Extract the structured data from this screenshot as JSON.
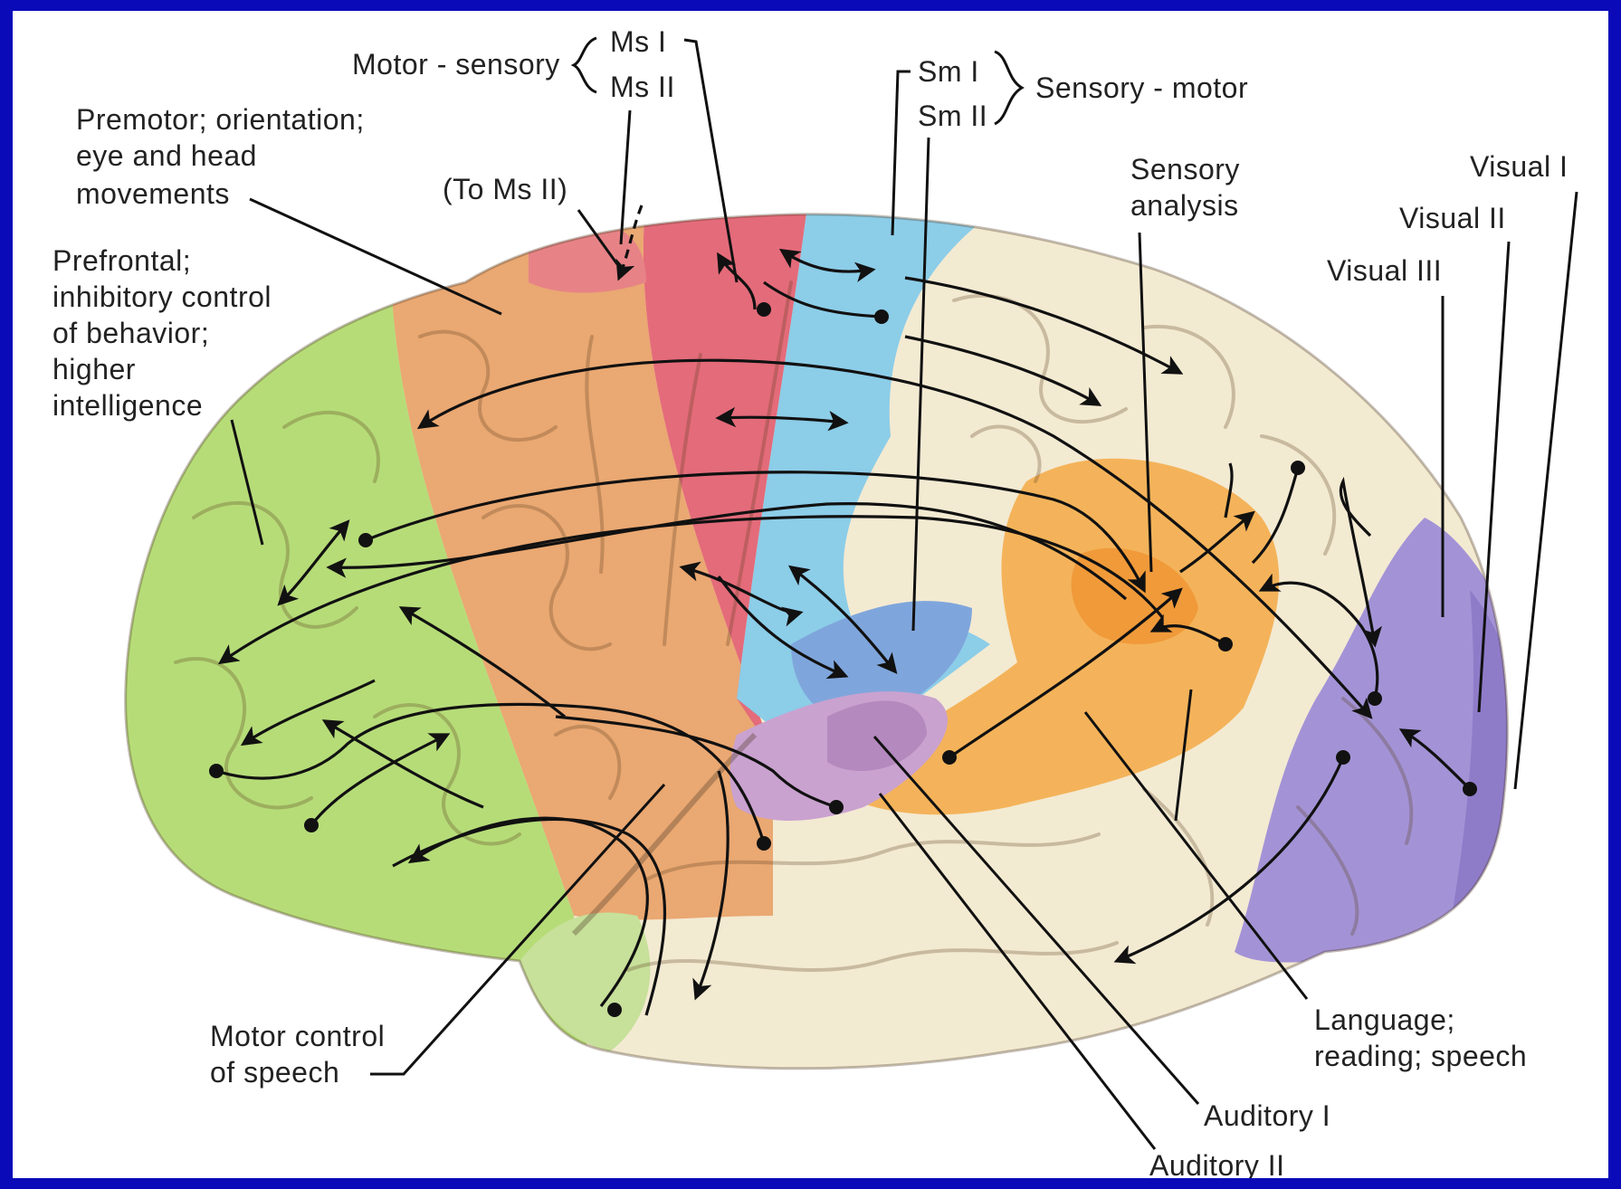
{
  "labels": {
    "motor_sensory": "Motor - sensory",
    "ms_i": "Ms I",
    "ms_ii": "Ms II",
    "sm_i": "Sm I",
    "sm_ii": "Sm II",
    "sensory_motor": "Sensory - motor",
    "premotor_1": "Premotor; orientation;",
    "premotor_2": "eye and head",
    "premotor_3": "movements",
    "to_ms_ii": "(To Ms II)",
    "sensory_analysis_1": "Sensory",
    "sensory_analysis_2": "analysis",
    "visual_i": "Visual I",
    "visual_ii": "Visual II",
    "visual_iii": "Visual III",
    "prefrontal_1": "Prefrontal;",
    "prefrontal_2": "inhibitory control",
    "prefrontal_3": "of behavior;",
    "prefrontal_4": "higher",
    "prefrontal_5": "intelligence",
    "motor_speech_1": "Motor control",
    "motor_speech_2": "of speech",
    "language_1": "Language;",
    "language_2": "reading; speech",
    "auditory_i": "Auditory I",
    "auditory_ii": "Auditory II"
  },
  "region_colors": {
    "prefrontal": "#b6dc78",
    "premotor": "#eaa872",
    "motor": "#e46b7a",
    "somatosensory": "#8ccde8",
    "association": "#f3ead2",
    "sensory_analysis": "#f4b35a",
    "visual": "#a393d6",
    "auditory": "#c9a2cf",
    "frame_border": "#0a0ab8"
  }
}
